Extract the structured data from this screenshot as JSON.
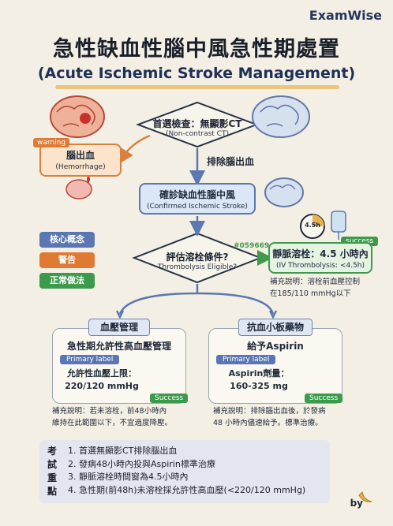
{
  "brand": "ExamWise",
  "title_zh": "急性缺血性腦中風急性期處置",
  "title_en": "(Acute Ischemic Stroke Management)",
  "first_step": {
    "title": "首選檢查：無顯影CT",
    "subtitle": "(Non-contrast CT)"
  },
  "hemorrhage": {
    "tag": "warning",
    "title": "腦出血",
    "subtitle": "(Hemorrhage)"
  },
  "exclude_label": "排除腦出血",
  "confirm": {
    "title": "確診缺血性腦中風",
    "subtitle": "(Confirmed Ischemic Stroke)"
  },
  "legend": [
    {
      "label": "核心概念",
      "color": "#5b77b3"
    },
    {
      "label": "警告",
      "color": "#e07a33"
    },
    {
      "label": "正常做法",
      "color": "#3b9b4b"
    }
  ],
  "eligibility": {
    "title": "評估溶栓條件?",
    "subtitle": "Thrombolysis Eligible?"
  },
  "code": "#059669",
  "timer_label": "4.5h",
  "ivt": {
    "tag": "success",
    "title": "靜脈溶栓：4.5 小時內",
    "subtitle": "(IV Thrombolysis: <4.5h)",
    "note_line1": "補充說明：溶栓前血壓控制",
    "note_line2": "在185/110 mmHg以下"
  },
  "bp": {
    "header": "血壓管理",
    "title": "急性期允許性高血壓管理",
    "tag": "Primary label",
    "body_line1": "允許性血壓上限：",
    "body_line2": "220/120 mmHg",
    "success": "Success",
    "note_line1": "補充說明：若未溶栓，前48小時內",
    "note_line2": "維持在此範圍以下，不宜過度降壓。"
  },
  "antiplatelet": {
    "header": "抗血小板藥物",
    "title": "給予Aspirin",
    "tag": "Primary label",
    "body_line1": "Aspirin劑量：",
    "body_line2": "160-325 mg",
    "success": "Success",
    "note_line1": "補充說明：排除腦出血後，於發病",
    "note_line2": "48 小時內儘速給予。標準治療。"
  },
  "summary": {
    "heading": [
      "考",
      "試",
      "重",
      "點"
    ],
    "items": [
      "1. 首選無顯影CT排除腦出血",
      "2. 發病48小時內投與Aspirin標準治療",
      "3. 靜脈溶栓時間窗為4.5小時內",
      "4. 急性期(前48h)未溶栓採允許性高血壓(<220/120 mmHg)"
    ]
  },
  "by_label": "by",
  "colors": {
    "accent": "#e9b24f",
    "primary": "#5b77b3",
    "warning": "#e07a33",
    "success": "#3b9b4b"
  }
}
